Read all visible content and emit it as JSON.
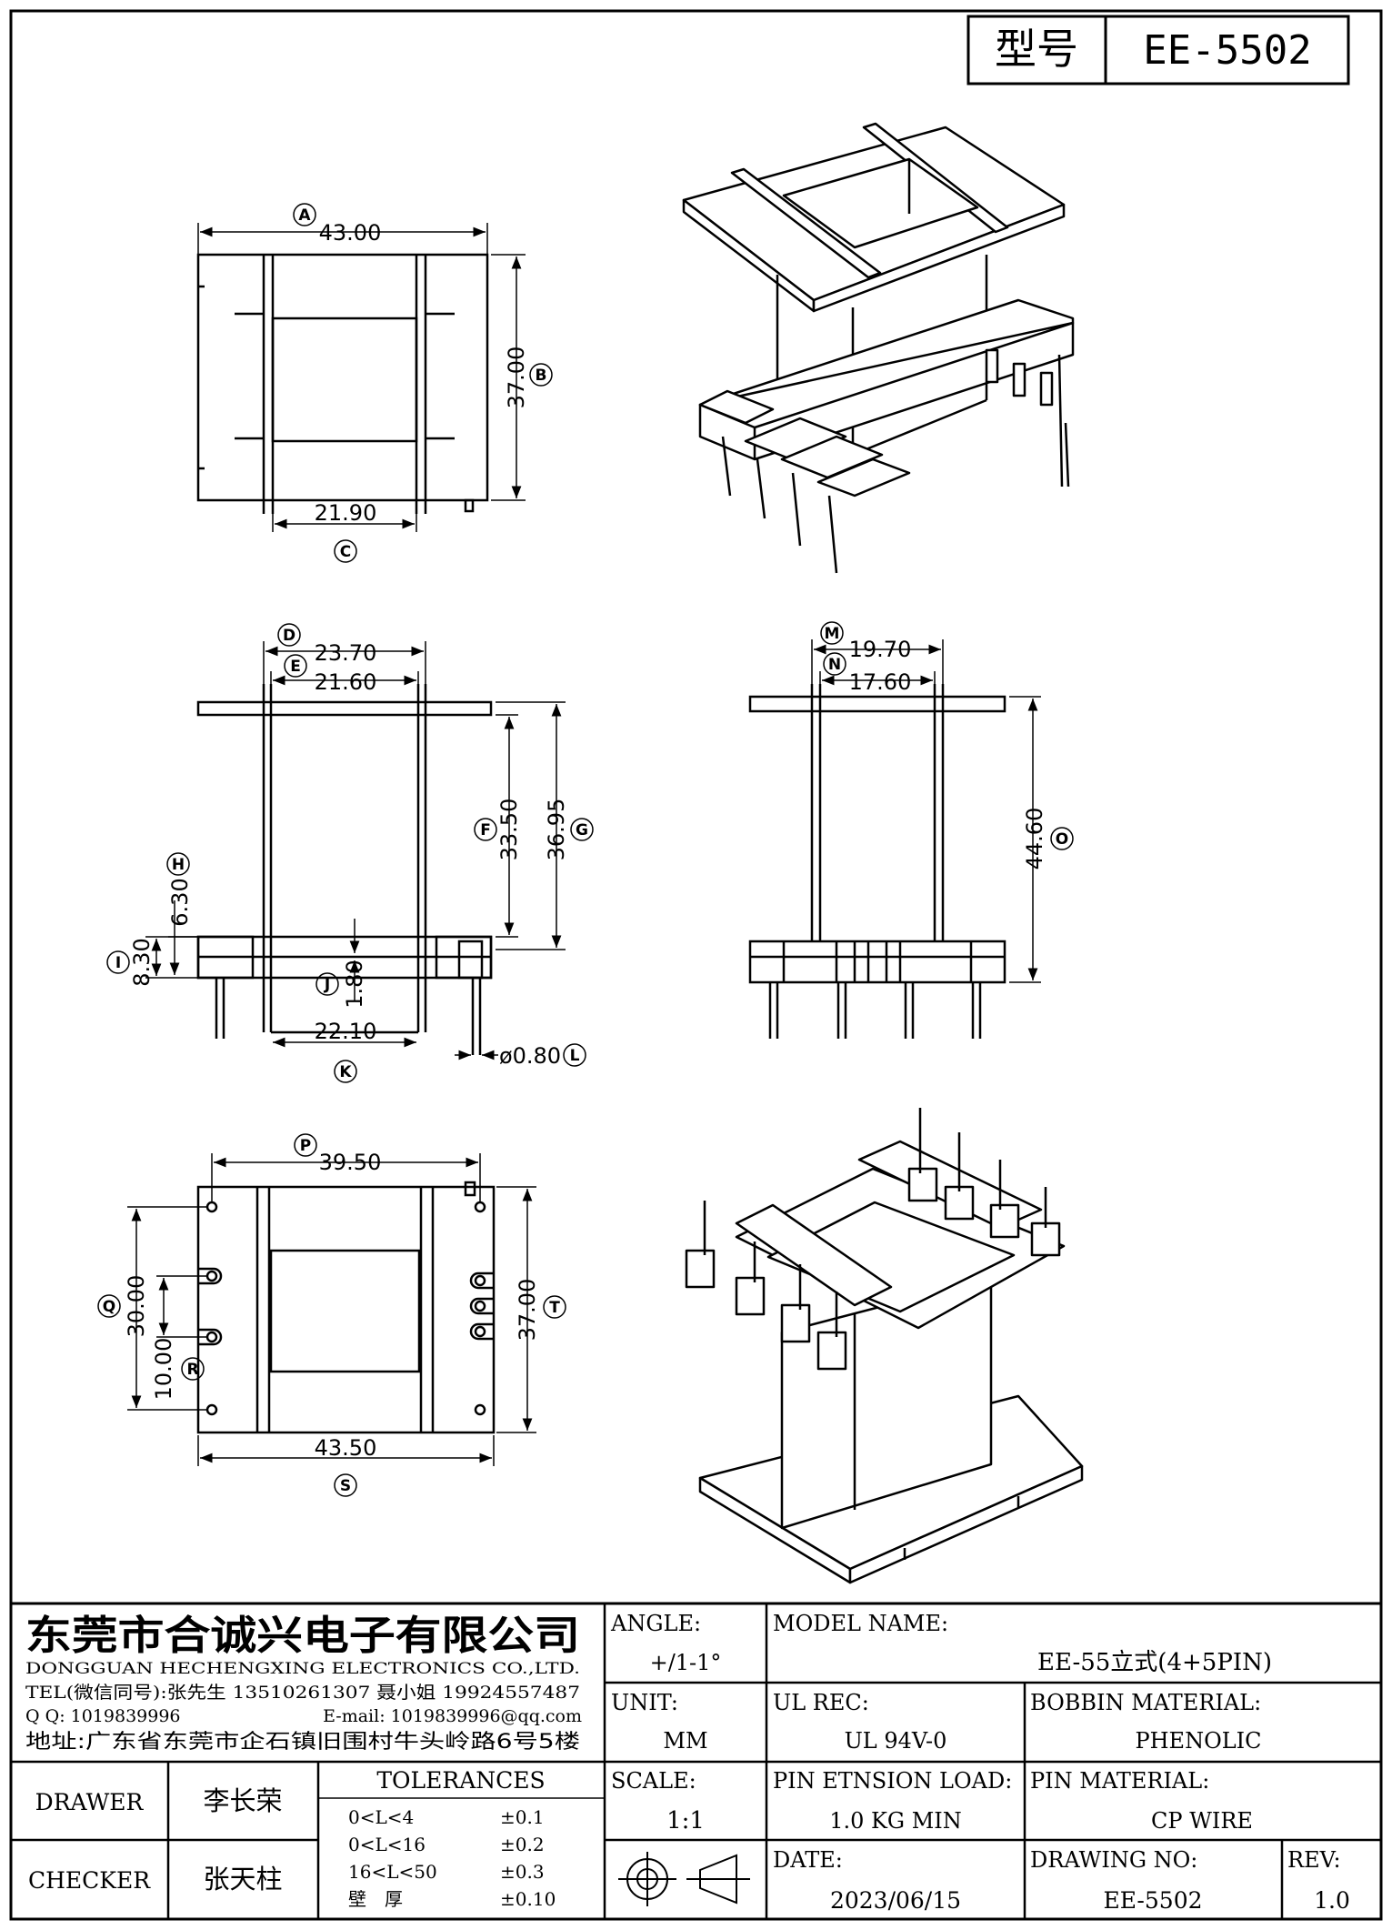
{
  "header": {
    "model_label": "型号",
    "model_value": "EE-5502"
  },
  "dimensions": {
    "A": "43.00",
    "B": "37.00",
    "C": "21.90",
    "D": "23.70",
    "E": "21.60",
    "F": "33.50",
    "G": "36.95",
    "H": "6.30",
    "I": "8.30",
    "J": "1.80",
    "K": "22.10",
    "L": "ø0.80",
    "M": "19.70",
    "N": "17.60",
    "O": "44.60",
    "P": "39.50",
    "Q": "30.00",
    "R": "10.00",
    "S": "43.50",
    "T": "37.00"
  },
  "letters": {
    "A": "A",
    "B": "B",
    "C": "C",
    "D": "D",
    "E": "E",
    "F": "F",
    "G": "G",
    "H": "H",
    "I": "I",
    "J": "J",
    "K": "K",
    "L": "L",
    "M": "M",
    "N": "N",
    "O": "O",
    "P": "P",
    "Q": "Q",
    "R": "R",
    "S": "S",
    "T": "T"
  },
  "company": {
    "name_cn": "东莞市合诚兴电子有限公司",
    "name_en": "DONGGUAN HECHENGXING ELECTRONICS CO.,LTD.",
    "tel": "TEL(微信同号):张先生 13510261307 聂小姐 19924557487",
    "qq": "Q Q: 1019839996",
    "email": "E-mail: 1019839996@qq.com",
    "address": "地址:广东省东莞市企石镇旧围村牛头岭路6号5楼"
  },
  "title_block": {
    "angle_label": "ANGLE:",
    "angle_value": "+/1-1°",
    "model_name_label": "MODEL NAME:",
    "model_name_value": "EE-55立式(4+5PIN)",
    "unit_label": "UNIT:",
    "unit_value": "MM",
    "ul_label": "UL REC:",
    "ul_value": "UL 94V-0",
    "bobbin_label": "BOBBIN MATERIAL:",
    "bobbin_value": "PHENOLIC",
    "drawer_label": "DRAWER",
    "drawer_value": "李长荣",
    "checker_label": "CHECKER",
    "checker_value": "张天柱",
    "tolerances_label": "TOLERANCES",
    "tol_rows": [
      {
        "range": "0<L<4",
        "value": "±0.1"
      },
      {
        "range": "0<L<16",
        "value": "±0.2"
      },
      {
        "range": "16<L<50",
        "value": "±0.3"
      },
      {
        "range": "壁　厚",
        "value": "±0.10"
      }
    ],
    "scale_label": "SCALE:",
    "scale_value": "1:1",
    "pin_load_label": "PIN ETNSION LOAD:",
    "pin_load_value": "1.0 KG MIN",
    "pin_material_label": "PIN MATERIAL:",
    "pin_material_value": "CP WIRE",
    "date_label": "DATE:",
    "date_value": "2023/06/15",
    "drawing_no_label": "DRAWING NO:",
    "drawing_no_value": "EE-5502",
    "rev_label": "REV:",
    "rev_value": "1.0"
  }
}
